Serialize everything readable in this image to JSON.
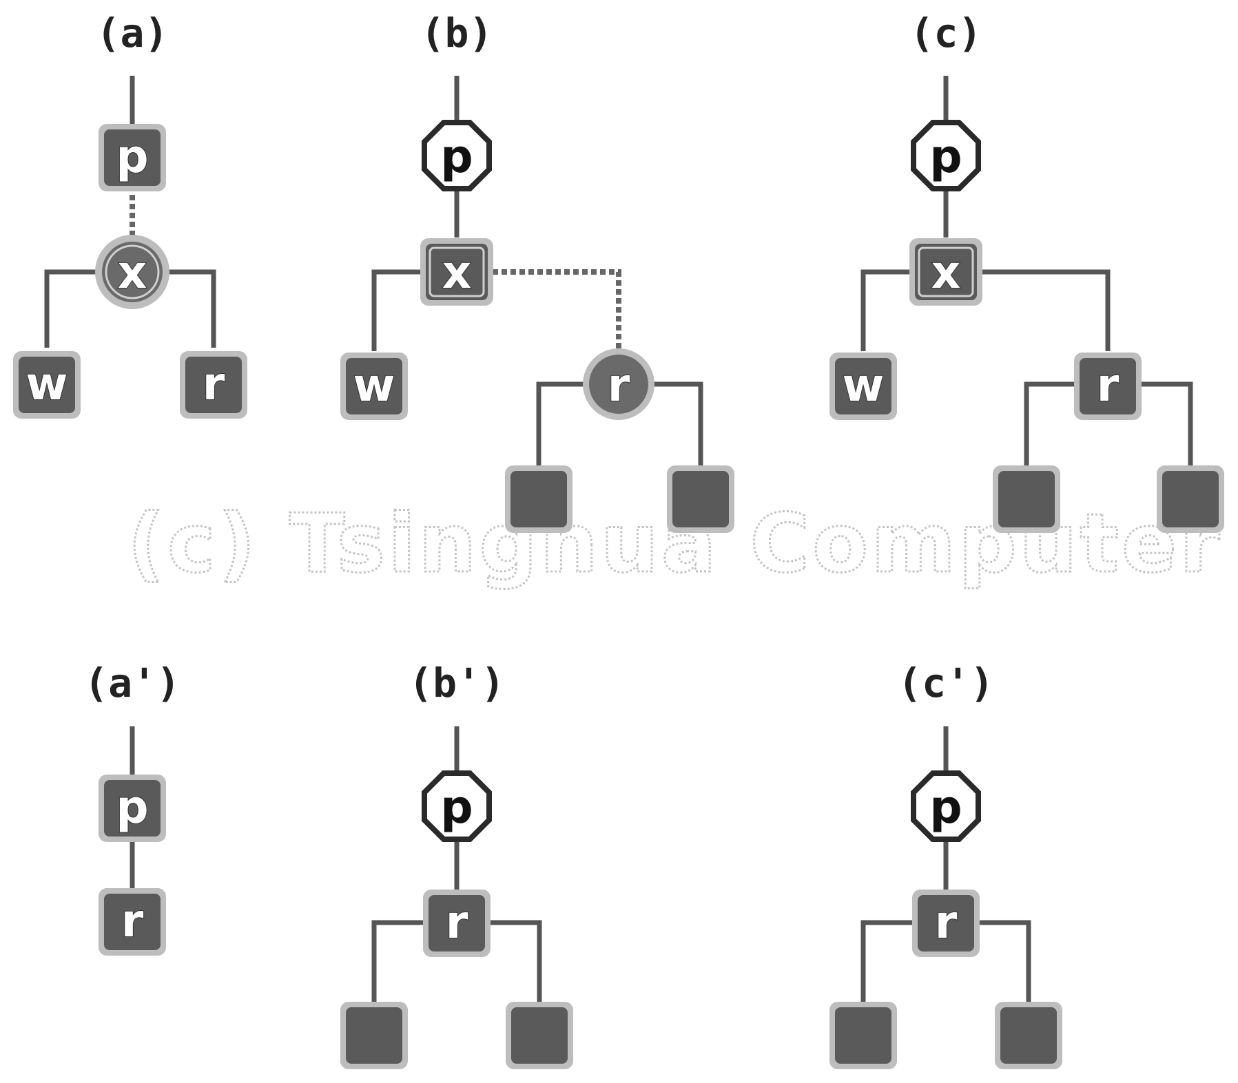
{
  "panels": [
    {
      "id": "a",
      "label": "(a)"
    },
    {
      "id": "b",
      "label": "(b)"
    },
    {
      "id": "c",
      "label": "(c)"
    },
    {
      "id": "a2",
      "label": "(a')"
    },
    {
      "id": "b2",
      "label": "(b')"
    },
    {
      "id": "c2",
      "label": "(c')"
    }
  ],
  "nodes": {
    "p": "p",
    "x": "x",
    "w": "w",
    "r": "r"
  },
  "watermark": "(c) Tsinghua Computer",
  "colors": {
    "node_fill": "#5a5a5a",
    "node_halo": "#bdbdbd",
    "edge": "#555555",
    "octagon_stroke": "#2a2a2a"
  }
}
